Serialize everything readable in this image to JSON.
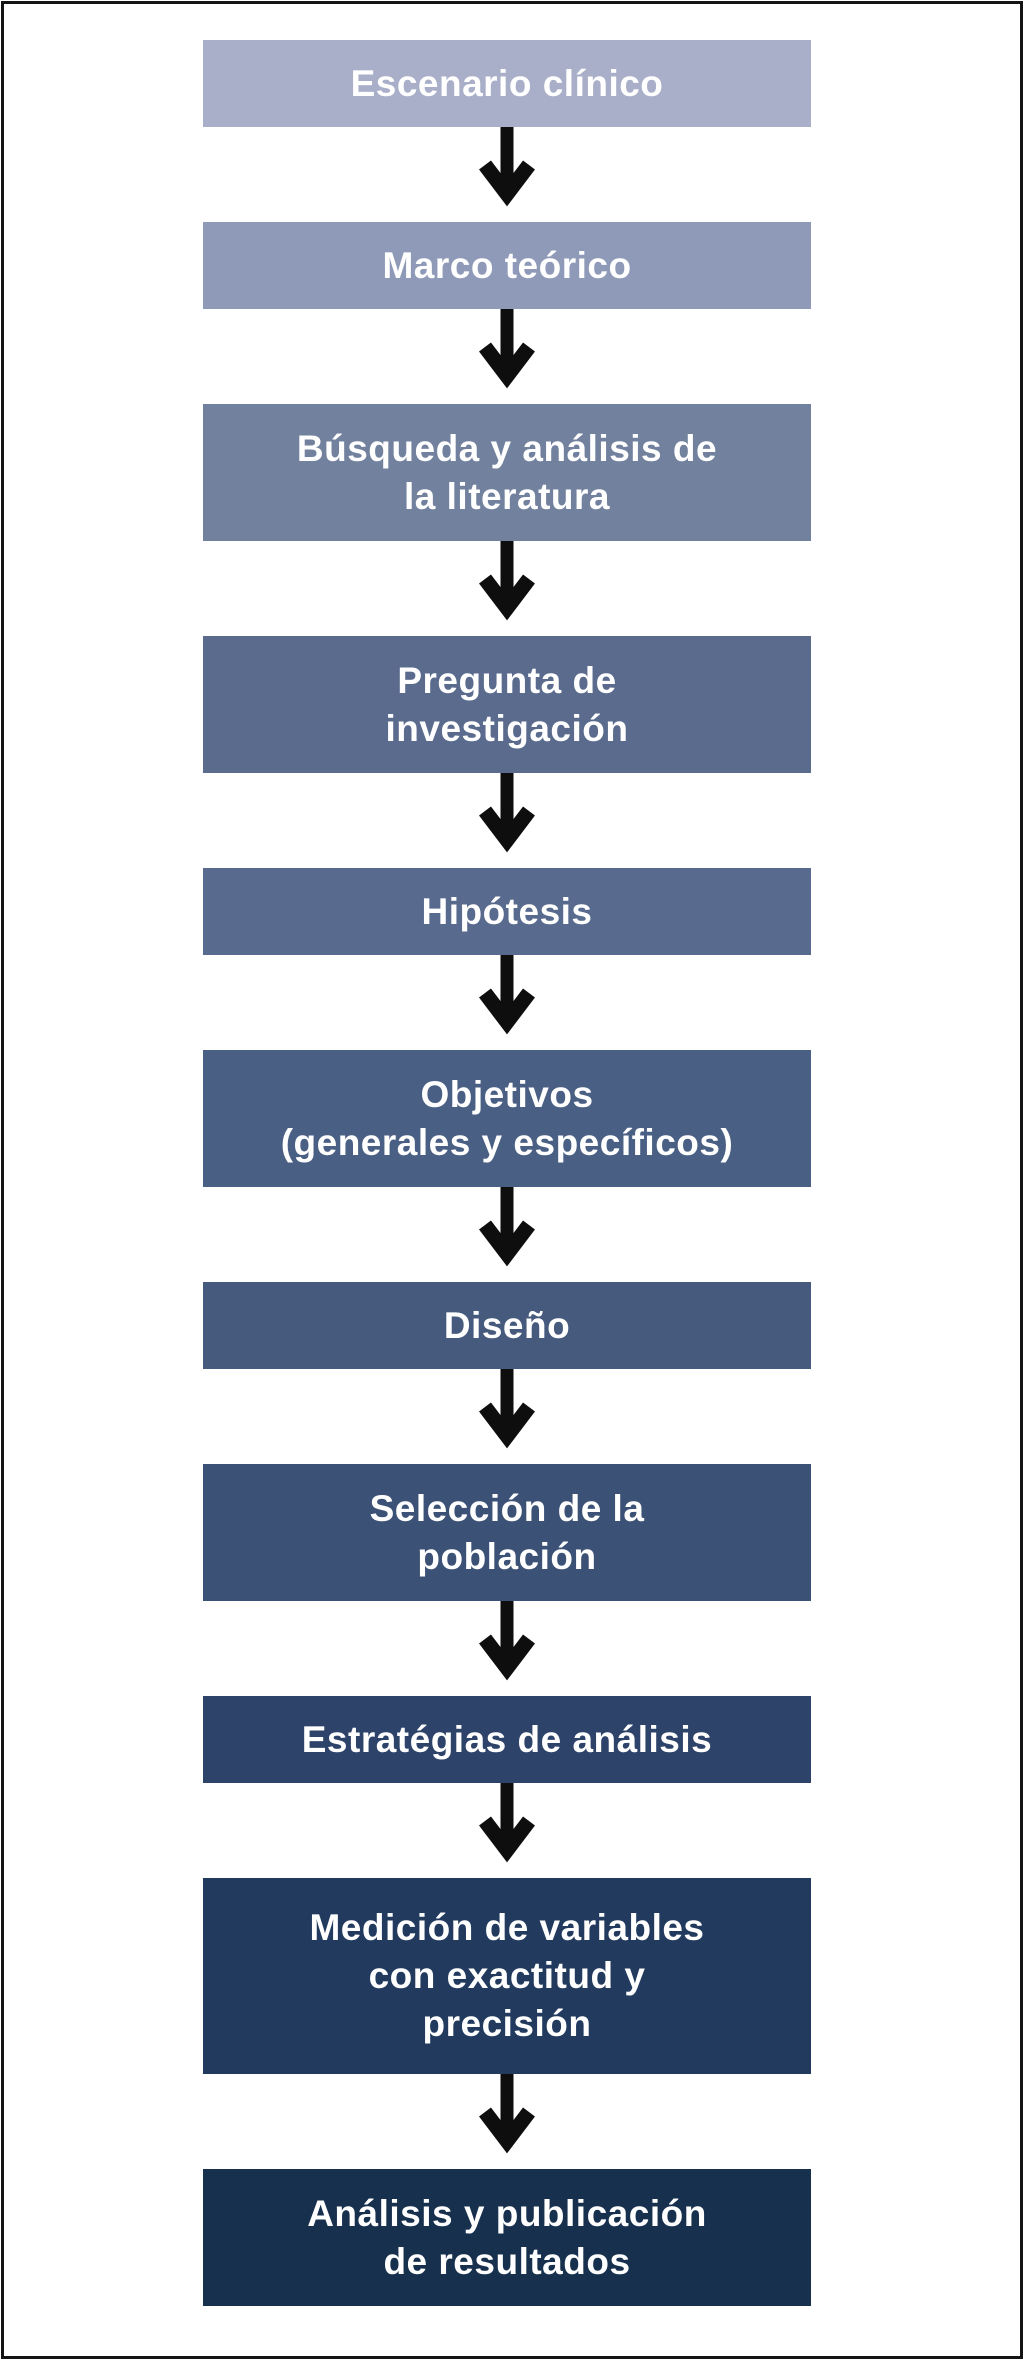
{
  "diagram": {
    "type": "flowchart",
    "direction": "top-down",
    "background_color": "#ffffff",
    "frame_color": "#141414",
    "arrow_color": "#0e0e0e",
    "text_color": "#ffffff",
    "steps": [
      {
        "label": "Escenario clínico",
        "color": "#a9afc9"
      },
      {
        "label": "Marco teórico",
        "color": "#8e9ab8"
      },
      {
        "label": "Búsqueda y análisis de\nla literatura",
        "color": "#72819e"
      },
      {
        "label": "Pregunta de\ninvestigación",
        "color": "#5a6b8e"
      },
      {
        "label": "Hipótesis",
        "color": "#586a8d"
      },
      {
        "label": "Objetivos\n(generales y específicos)",
        "color": "#4a5f84"
      },
      {
        "label": "Diseño",
        "color": "#455a7d"
      },
      {
        "label": "Selección de la\npoblación",
        "color": "#3c5176"
      },
      {
        "label": "Estratégias de análisis",
        "color": "#2e4369"
      },
      {
        "label": "Medición de variables\ncon exactitud y\nprecisión",
        "color": "#213a5e"
      },
      {
        "label": "Análisis y publicación\nde resultados",
        "color": "#17304e"
      }
    ]
  }
}
